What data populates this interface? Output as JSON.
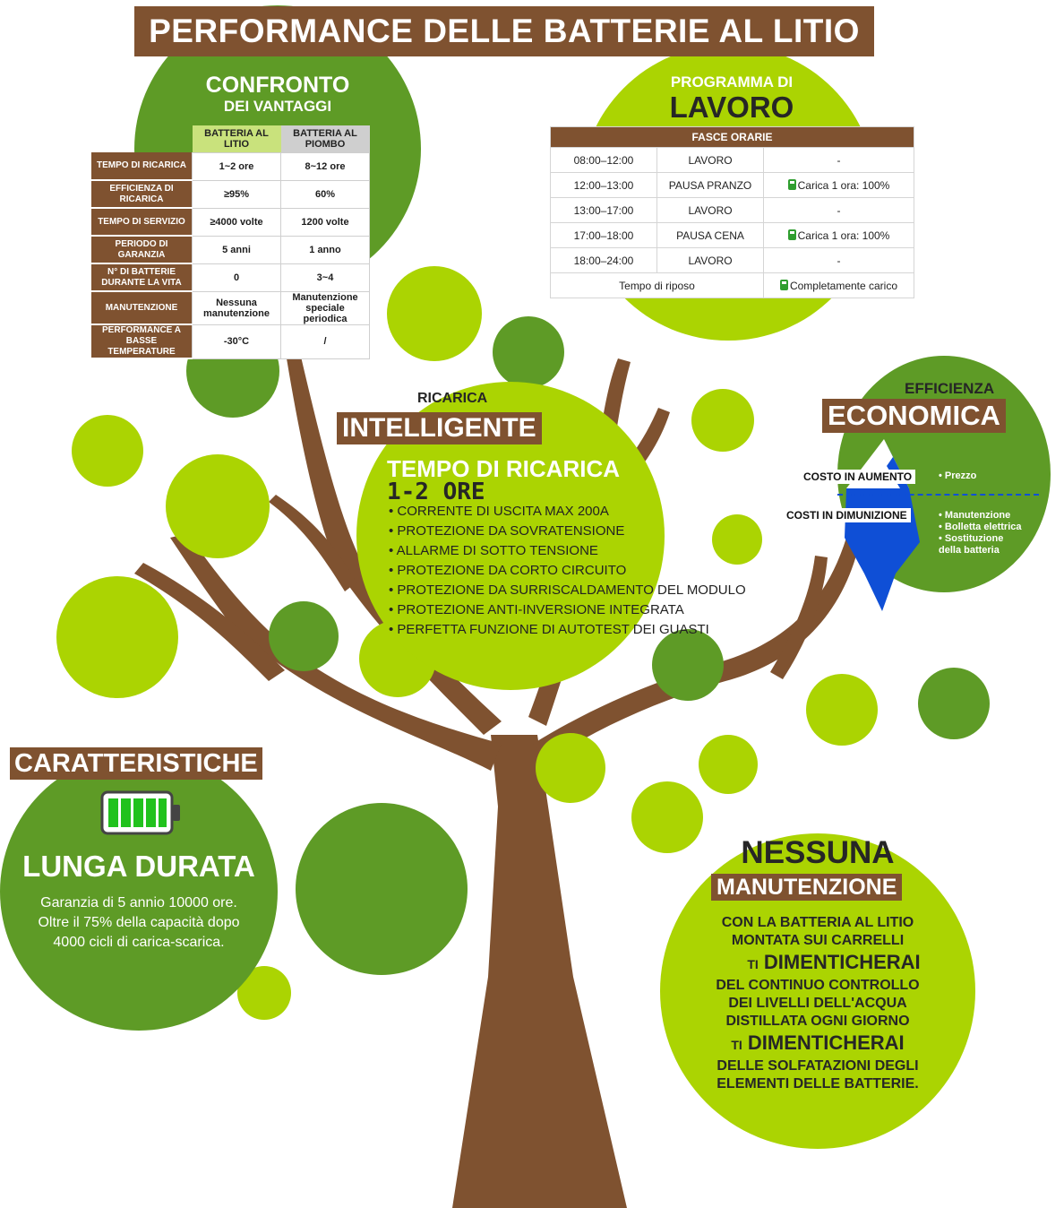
{
  "title": "PERFORMANCE DELLE BATTERIE AL LITIO",
  "comparison": {
    "heading_line1": "CONFRONTO",
    "heading_line2": "DEI VANTAGGI",
    "col1": "BATTERIA AL LITIO",
    "col2": "BATTERIA AL PIOMBO",
    "rows": [
      {
        "label": "TEMPO DI RICARICA",
        "litio": "1~2 ore",
        "piombo": "8~12 ore"
      },
      {
        "label": "EFFICIENZA DI RICARICA",
        "litio": "≥95%",
        "piombo": "60%"
      },
      {
        "label": "TEMPO DI SERVIZIO",
        "litio": "≥4000 volte",
        "piombo": "1200 volte"
      },
      {
        "label": "PERIODO DI GARANZIA",
        "litio": "5 anni",
        "piombo": "1 anno"
      },
      {
        "label": "N° DI BATTERIE DURANTE LA VITA",
        "litio": "0",
        "piombo": "3~4"
      },
      {
        "label": "MANUTENZIONE",
        "litio": "Nessuna manutenzione",
        "piombo": "Manutenzione speciale periodica"
      },
      {
        "label": "PERFORMANCE A BASSE TEMPERATURE",
        "litio": "-30°C",
        "piombo": "/"
      }
    ]
  },
  "schedule": {
    "heading_line1": "PROGRAMMA DI",
    "heading_line2": "LAVORO",
    "table_title": "FASCE ORARIE",
    "rows": [
      {
        "time": "08:00–12:00",
        "activity": "LAVORO",
        "charge": "-"
      },
      {
        "time": "12:00–13:00",
        "activity": "PAUSA PRANZO",
        "charge": "Carica 1 ora: 100%"
      },
      {
        "time": "13:00–17:00",
        "activity": "LAVORO",
        "charge": "-"
      },
      {
        "time": "17:00–18:00",
        "activity": "PAUSA CENA",
        "charge": "Carica 1 ora: 100%"
      },
      {
        "time": "18:00–24:00",
        "activity": "LAVORO",
        "charge": "-"
      }
    ],
    "rest_label": "Tempo di riposo",
    "rest_value": "Completamente carico"
  },
  "smart_charge": {
    "kicker": "RICARICA",
    "label": "INTELLIGENTE",
    "time_line1": "TEMPO DI RICARICA",
    "time_line2": "1-2 ORE",
    "bullets": [
      "CORRENTE DI USCITA MAX 200A",
      "PROTEZIONE DA SOVRATENSIONE",
      "ALLARME DI SOTTO TENSIONE",
      "PROTEZIONE DA CORTO CIRCUITO",
      "PROTEZIONE DA SURRISCALDAMENTO DEL MODULO",
      "PROTEZIONE ANTI-INVERSIONE INTEGRATA",
      "PERFETTA FUNZIONE DI AUTOTEST DEI GUASTI"
    ]
  },
  "economic": {
    "kicker": "EFFICIENZA",
    "label": "ECONOMICA",
    "rising": "COSTO IN AUMENTO",
    "falling": "COSTI IN DIMUNIZIONE",
    "rising_items": [
      "Prezzo"
    ],
    "falling_items": [
      "Manutenzione",
      "Bolletta elettrica",
      "Sostituzione della batteria"
    ]
  },
  "features": {
    "label": "CARATTERISTICHE",
    "headline": "LUNGA DURATA",
    "text_line1": "Garanzia di 5 annio 10000 ore.",
    "text_line2": "Oltre il 75% della capacità dopo",
    "text_line3": "4000 cicli di carica-scarica."
  },
  "maintenance": {
    "headline": "NESSUNA",
    "label": "MANUTENZIONE",
    "l1": "CON LA BATTERIA AL LITIO",
    "l2": "MONTATA SUI CARRELLI",
    "l3a": "TI",
    "l3b": "DIMENTICHERAI",
    "l4": "DEL CONTINUO CONTROLLO",
    "l5": "DEI LIVELLI DELL'ACQUA",
    "l6": "DISTILLATA OGNI GIORNO",
    "l7a": "TI",
    "l7b": "DIMENTICHERAI",
    "l8": "DELLE SOLFATAZIONI DEGLI",
    "l9": "ELEMENTI DELLE BATTERIE."
  },
  "colors": {
    "dark_green": "#5e9b26",
    "light_green": "#abd402",
    "brown": "#7f5230",
    "iceberg_blue": "#0f4fd6"
  }
}
